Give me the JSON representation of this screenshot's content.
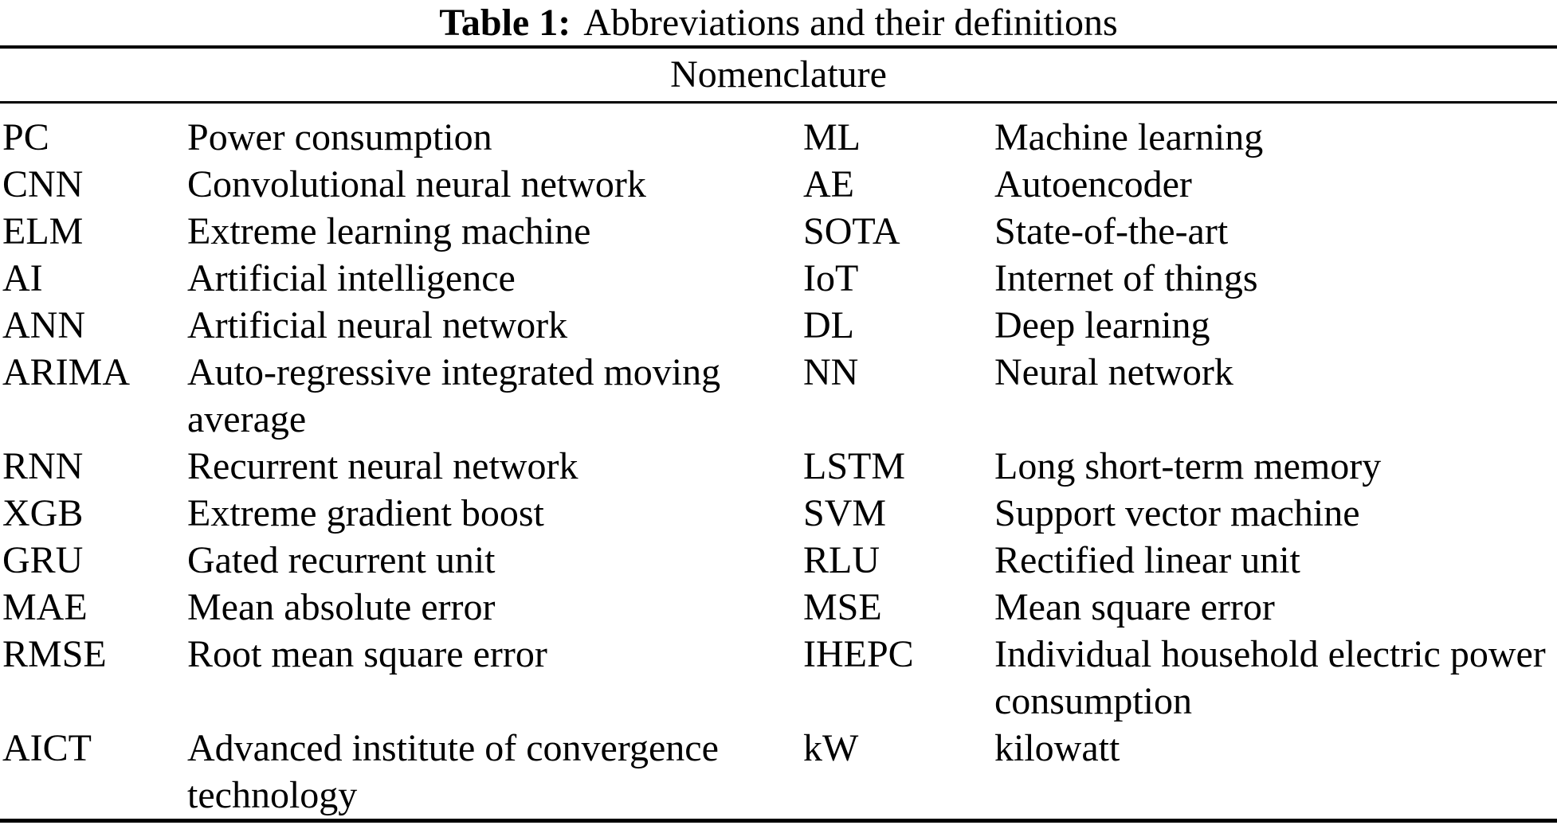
{
  "table": {
    "caption_label": "Table 1:",
    "caption_text": "Abbreviations and their definitions",
    "section_header": "Nomenclature",
    "rows": [
      {
        "l_abbr": "PC",
        "l_def": "Power consumption",
        "r_abbr": "ML",
        "r_def": "Machine learning"
      },
      {
        "l_abbr": "CNN",
        "l_def": "Convolutional neural network",
        "r_abbr": "AE",
        "r_def": "Autoencoder"
      },
      {
        "l_abbr": "ELM",
        "l_def": "Extreme learning machine",
        "r_abbr": "SOTA",
        "r_def": "State-of-the-art"
      },
      {
        "l_abbr": "AI",
        "l_def": "Artificial intelligence",
        "r_abbr": "IoT",
        "r_def": "Internet of things"
      },
      {
        "l_abbr": "ANN",
        "l_def": "Artificial neural network",
        "r_abbr": "DL",
        "r_def": "Deep learning"
      },
      {
        "l_abbr": "ARIMA",
        "l_def": "Auto-regressive integrated moving\naverage",
        "r_abbr": "NN",
        "r_def": "Neural network"
      },
      {
        "l_abbr": "RNN",
        "l_def": "Recurrent neural network",
        "r_abbr": "LSTM",
        "r_def": "Long short-term memory"
      },
      {
        "l_abbr": "XGB",
        "l_def": "Extreme gradient boost",
        "r_abbr": "SVM",
        "r_def": "Support vector machine"
      },
      {
        "l_abbr": "GRU",
        "l_def": "Gated recurrent unit",
        "r_abbr": "RLU",
        "r_def": "Rectified linear unit"
      },
      {
        "l_abbr": "MAE",
        "l_def": "Mean absolute error",
        "r_abbr": "MSE",
        "r_def": "Mean square error"
      },
      {
        "l_abbr": "RMSE",
        "l_def": "Root mean square error",
        "r_abbr": "IHEPC",
        "r_def": "Individual household electric power\nconsumption"
      },
      {
        "l_abbr": "AICT",
        "l_def": "Advanced institute of convergence\ntechnology",
        "r_abbr": "kW",
        "r_def": "kilowatt"
      }
    ]
  },
  "colors": {
    "text": "#000000",
    "background": "#ffffff",
    "rule": "#000000"
  }
}
